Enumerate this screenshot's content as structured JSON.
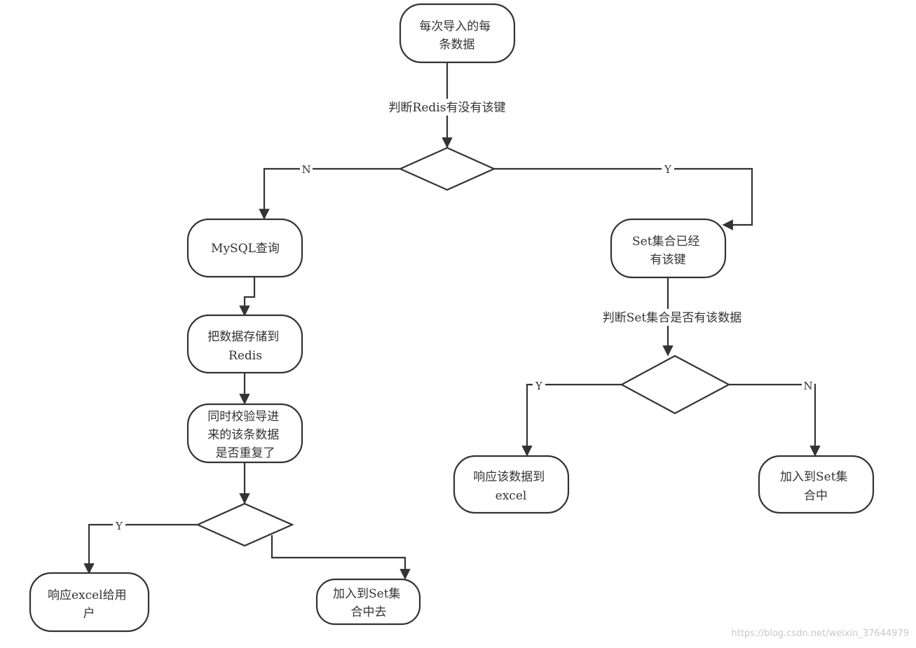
{
  "nodes": {
    "start": [
      "每次导入的每",
      "条数据"
    ],
    "mysql": [
      "MySQL查询"
    ],
    "store_redis": [
      "把数据存储到",
      "Redis"
    ],
    "verify": [
      "同时校验导进",
      "来的该条数据",
      "是否重复了"
    ],
    "resp_excel_user": [
      "响应excel给用",
      "户"
    ],
    "add_set_left": [
      "加入到Set集",
      "合中去"
    ],
    "set_has_key": [
      "Set集合已经",
      "有该键"
    ],
    "resp_excel": [
      "响应该数据到",
      "excel"
    ],
    "add_set_right": [
      "加入到Set集",
      "合中"
    ]
  },
  "edge_labels": {
    "check_redis": "判断Redis有没有该键",
    "check_set": "判断Set集合是否有该数据",
    "d1_no": "N",
    "d1_yes": "Y",
    "d2_yes": "Y",
    "d2_no": "N",
    "d3_yes": "Y"
  },
  "watermark": "https://blog.csdn.net/weixin_37644979"
}
